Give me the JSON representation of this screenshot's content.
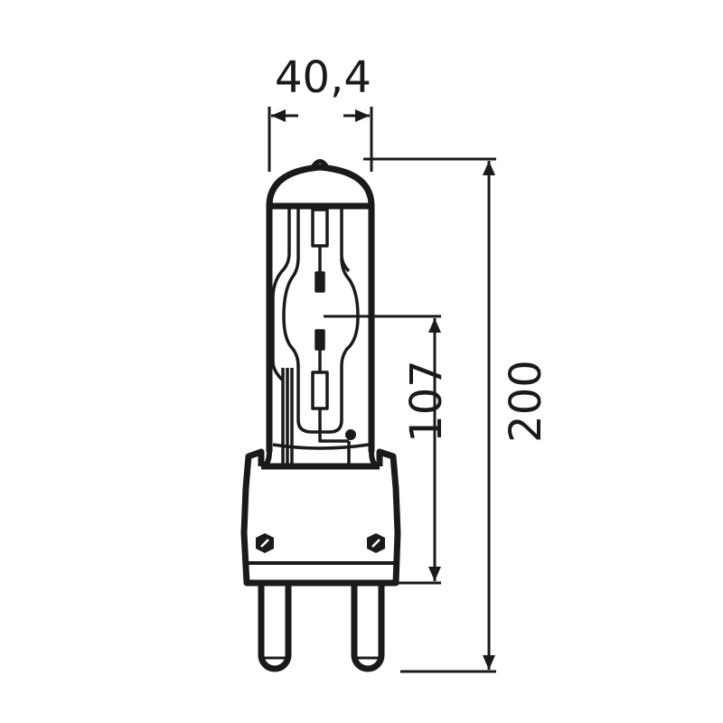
{
  "drawing": {
    "subject": "Lamp dimensional drawing (G22 base metal halide)",
    "stroke_color": "#1a1a1a",
    "background": "#ffffff"
  },
  "dimensions": {
    "width": {
      "label": "40,4"
    },
    "light_center_length": {
      "label": "107"
    },
    "overall_length": {
      "label": "200"
    }
  }
}
